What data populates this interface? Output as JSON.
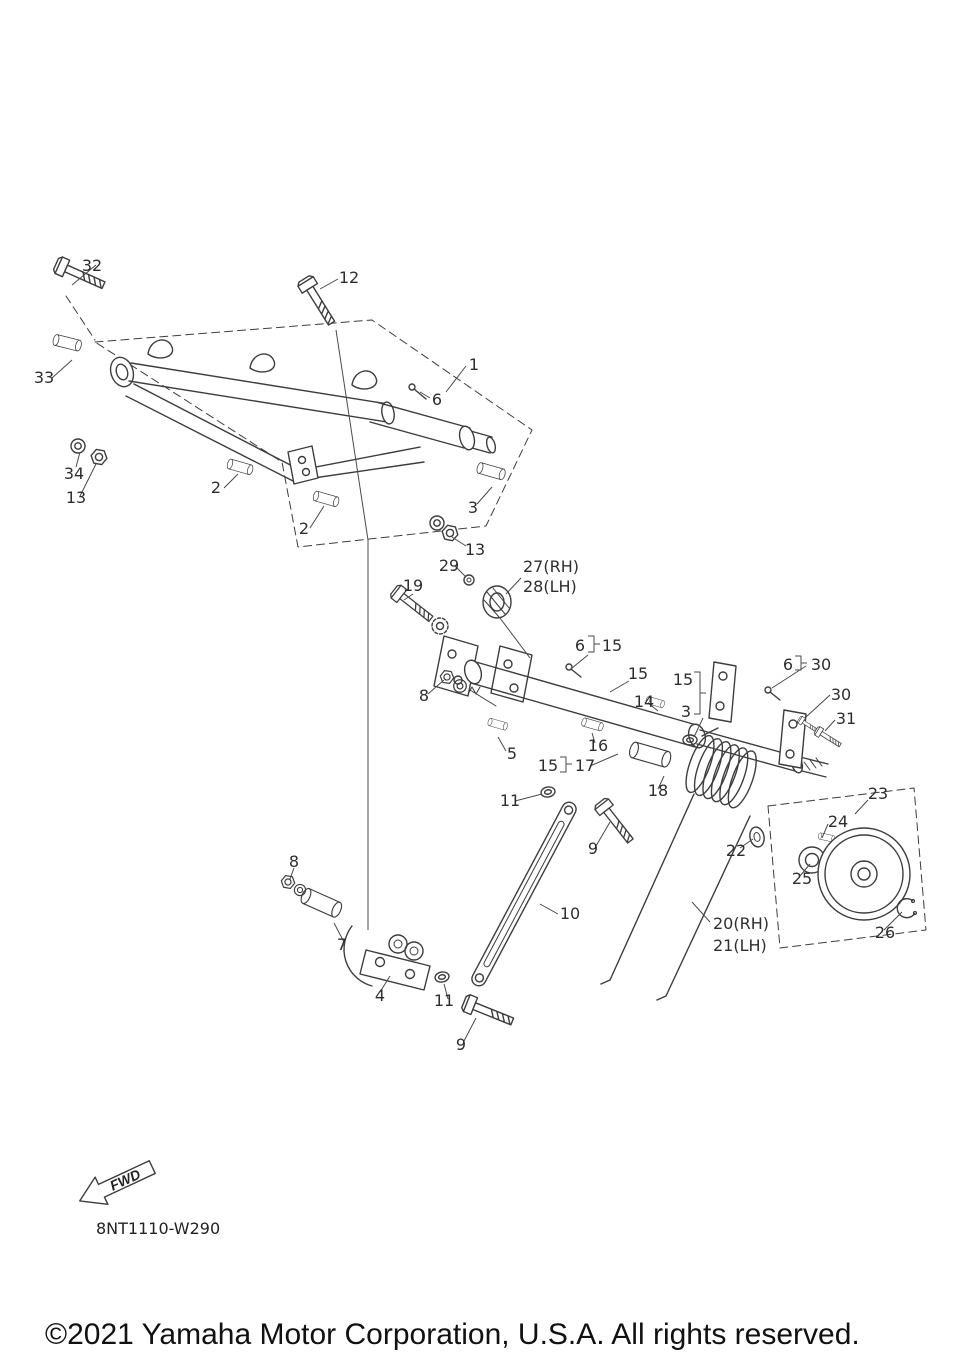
{
  "diagram": {
    "part_code": "8NT1110-W290",
    "fwd_label": "FWD",
    "copyright": "©2021 Yamaha Motor Corporation, U.S.A. All rights reserved.",
    "callouts": {
      "c32": "32",
      "c12": "12",
      "c33": "33",
      "c1": "1",
      "c6_upper": "6",
      "c34": "34",
      "c13_left": "13",
      "c2_upper": "2",
      "c3_collar": "3",
      "c2_lower": "2",
      "c13_right": "13",
      "c29": "29",
      "c27": "27(RH)",
      "c28": "28(LH)",
      "c19": "19",
      "c6_mid": "6",
      "c15_mid": "15",
      "c15_b": "15",
      "c8_mid": "8",
      "c14": "14",
      "c15_c": "15",
      "c3_small": "3",
      "c6_right": "6",
      "c30_a": "30",
      "c30_b": "30",
      "c31": "31",
      "c5": "5",
      "c16": "16",
      "c15_d": "15",
      "c17": "17",
      "c18": "18",
      "c11_upper": "11",
      "c23": "23",
      "c9_upper": "9",
      "c22": "22",
      "c24": "24",
      "c25": "25",
      "c8_lower": "8",
      "c10": "10",
      "c20": "20(RH)",
      "c21": "21(LH)",
      "c26": "26",
      "c7": "7",
      "c4": "4",
      "c11_lower": "11",
      "c9_lower": "9"
    }
  }
}
